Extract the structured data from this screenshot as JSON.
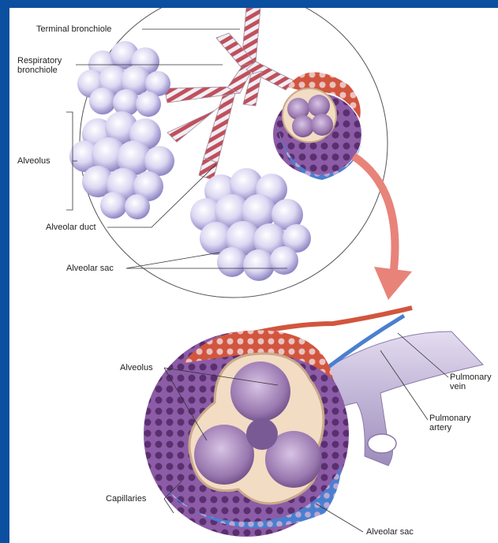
{
  "labels": {
    "terminal_bronchiole": "Terminal bronchiole",
    "respiratory_bronchiole_1": "Respiratory",
    "respiratory_bronchiole_2": "bronchiole",
    "alveolus_top": "Alveolus",
    "alveolar_duct": "Alveolar duct",
    "alveolar_sac_top": "Alveolar sac",
    "alveolus_bottom": "Alveolus",
    "pulmonary_vein_1": "Pulmonary",
    "pulmonary_vein_2": "vein",
    "pulmonary_artery_1": "Pulmonary",
    "pulmonary_artery_2": "artery",
    "capillaries": "Capillaries",
    "alveolar_sac_bottom": "Alveolar sac"
  },
  "colors": {
    "frame": "#0a4fa0",
    "alveoli": "#d9d4f0",
    "bronchiole_stripe": "#c0505a",
    "artery": "#d2553e",
    "vein": "#4a7fd0",
    "capillary_purple": "#7b4a8f",
    "arrow": "#e8837a"
  }
}
